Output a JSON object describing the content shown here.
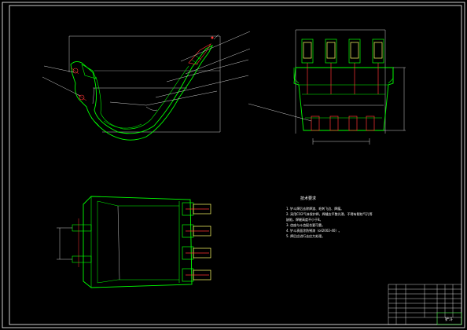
{
  "drawing": {
    "title_block_label": "铲斗",
    "tech_notes_title": "技术要求",
    "tech_notes": [
      "1. 铲斗焊后去除焊渣、毛刺飞边、焊瘤。",
      "2. 采用CO2气体保护焊，焊缝应平整光滑，不得有裂纹气孔等",
      "   缺陷，焊缝高度不小于8。",
      "3. 齿座与斗齿配合要可靠。",
      "4. 铲斗表面涂防锈漆（oil2002-40）。",
      "5. 焊后应进行去应力处理。"
    ]
  },
  "colors": {
    "background": "#000000",
    "border": "#ffffff",
    "outline": "#00ff00",
    "hidden": "#ff3333",
    "teeth": "#ffff66"
  }
}
